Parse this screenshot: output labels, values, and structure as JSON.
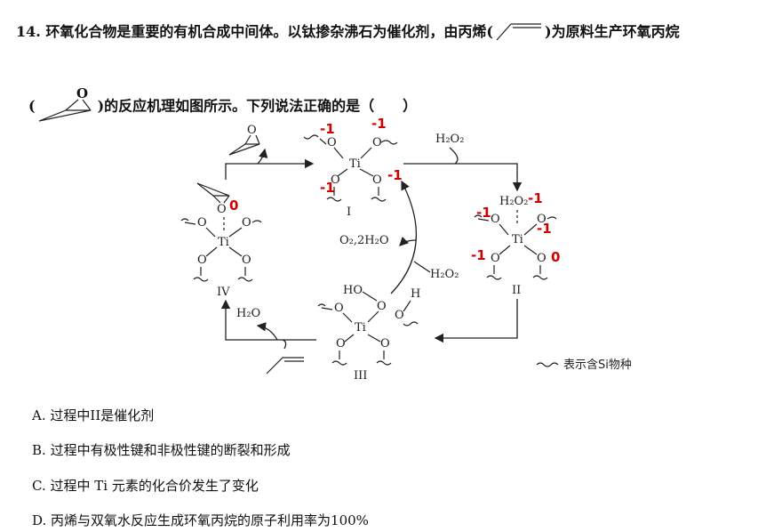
{
  "question": {
    "number": "14.",
    "stem_part1": "环氧化合物是重要的有机合成中间体。以钛掺杂沸石为催化剂，由丙烯(",
    "stem_part1_end": ")为原料生产环氧丙烷",
    "stem_part2_start": "(",
    "stem_part2": ")的反应机理如图所示。下列说法正确的是（　　）"
  },
  "figure": {
    "labels": {
      "ti": "Ti",
      "o": "O",
      "h": "H",
      "ho": "HO",
      "h2o2": "H₂O₂",
      "h2o2_inner": "H₂O₂",
      "h2o": "H₂O",
      "o2_2h2o": "O₂,2H₂O",
      "species_I": "I",
      "species_II": "II",
      "species_III": "III",
      "species_IV": "IV"
    },
    "oxidation_marks": [
      "-1",
      "-1",
      "-1",
      "-1",
      "0",
      "-1",
      "-1",
      "-1",
      "-1",
      "0"
    ],
    "legend": "表示含Si物种"
  },
  "options": [
    {
      "letter": "A.",
      "text": "过程中II是催化剂"
    },
    {
      "letter": "B.",
      "text": "过程中有极性键和非极性键的断裂和形成"
    },
    {
      "letter": "C.",
      "text": "过程中 Ti 元素的化合价发生了变化"
    },
    {
      "letter": "D.",
      "text": "丙烯与双氧水反应生成环氧丙烷的原子利用率为100%"
    }
  ]
}
